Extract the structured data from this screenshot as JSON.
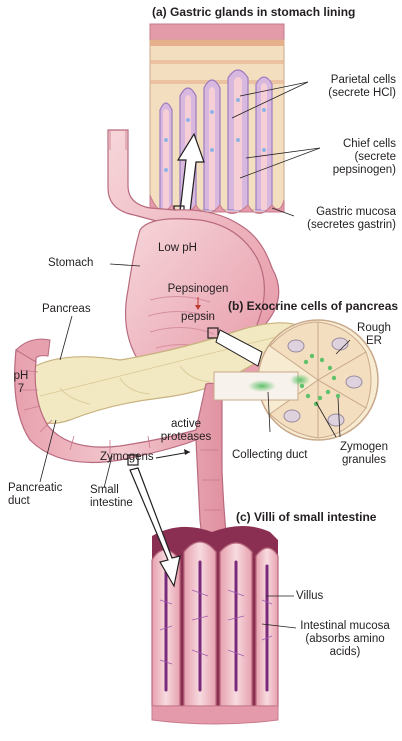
{
  "panel_a": {
    "heading": "(a) Gastric glands in stomach lining",
    "parietal_1": "Parietal cells",
    "parietal_2": "(secrete HCl)",
    "chief_1": "Chief cells",
    "chief_2": "(secrete",
    "chief_3": "pepsinogen)",
    "mucosa_1": "Gastric mucosa",
    "mucosa_2": "(secretes gastrin)"
  },
  "stomach": {
    "label": "Stomach",
    "low_ph": "Low pH",
    "pepsinogen": "Pepsinogen",
    "pepsin": "pepsin"
  },
  "panel_b": {
    "heading": "(b) Exocrine cells of pancreas",
    "rough_1": "Rough",
    "rough_2": "ER",
    "collecting": "Collecting duct",
    "zymogen_1": "Zymogen",
    "zymogen_2": "granules"
  },
  "pancreas": {
    "label": "Pancreas",
    "ph_1": "pH",
    "ph_2": "7",
    "zymogens": "Zymogens",
    "active_1": "active",
    "active_2": "proteases",
    "duct_1": "Pancreatic",
    "duct_2": "duct",
    "small_1": "Small",
    "small_2": "intestine"
  },
  "panel_c": {
    "heading": "(c) Villi of small intestine",
    "villus": "Villus",
    "intestinal_1": "Intestinal mucosa",
    "intestinal_2": "(absorbs amino",
    "intestinal_3": "acids)"
  },
  "colors": {
    "tissue_pink": "#e8a3b0",
    "tissue_light": "#f4d2d6",
    "tan": "#f3dfc0",
    "purple_cells": "#b9a5d6",
    "pancreas_yellow": "#f2e8c2",
    "granule_green": "#5fc26b",
    "villus_core": "#7a2a7a",
    "lines": "#231f20"
  }
}
